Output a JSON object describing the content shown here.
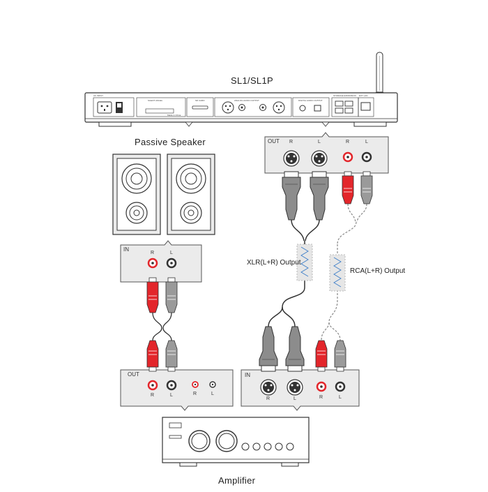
{
  "diagram": {
    "source_device": "SL1/SL1P",
    "speaker_label": "Passive Speaker",
    "amplifier_label": "Amplifier",
    "xlr_output_label": "XLR(L+R) Output",
    "rca_output_label": "RCA(L+R) Output",
    "panel_out": "OUT",
    "panel_in": "IN",
    "channel_r": "R",
    "channel_l": "L",
    "rear_panel": {
      "ac_input": "AC INPUT",
      "sd_card": "SD CARD",
      "analog_output": "ANALOG AUDIO OUTPUT",
      "digital_output": "DIGITAL AUDIO OUTPUT",
      "storage_expansion": "STORAGE EXPANSION",
      "ext_lan": "EXT LAN",
      "brand_plate": "SILENT ANGEL",
      "made_in": "Made in China"
    }
  },
  "colors": {
    "line": "#333333",
    "panel_fill": "#ebebeb",
    "device_fill": "#f4f4f4",
    "red_plug": "#e3262b",
    "gray_plug": "#9a9a9a",
    "xlr_plug": "#8c8c8c",
    "cable_dashed": "#888888",
    "sleeve_blue": "#3f7fc8"
  },
  "icons": {
    "xlr": "xlr-connector-icon",
    "rca": "rca-jack-icon",
    "antenna": "antenna-icon",
    "speaker": "speaker-icon"
  }
}
